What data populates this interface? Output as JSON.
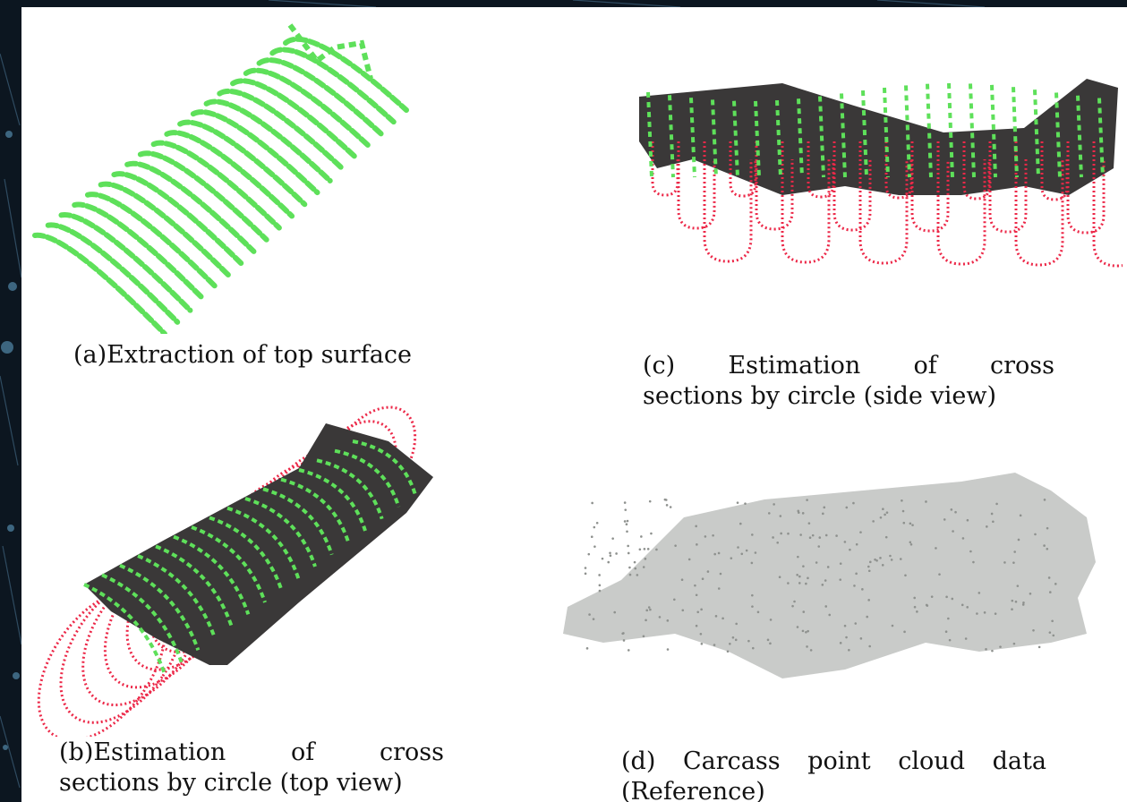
{
  "figure": {
    "panels": [
      {
        "id": "a",
        "caption": "(a)Extraction of top surface"
      },
      {
        "id": "b",
        "caption_line1": [
          "(b)Estimation",
          "of",
          "cross"
        ],
        "caption_line2": "sections by circle (top view)"
      },
      {
        "id": "c",
        "caption_line1": [
          "(c)",
          "Estimation",
          "of",
          "cross"
        ],
        "caption_line2": "sections by circle (side view)"
      },
      {
        "id": "d",
        "caption_line1": [
          "(d)",
          "Carcass",
          "point",
          "cloud",
          "data"
        ],
        "caption_line2": "(Reference)"
      }
    ]
  },
  "colors": {
    "point_green": "#5ee05a",
    "circle_red": "#ec2848",
    "carcass_dark": "#3a3838",
    "reference_gray": "#c9cbc9",
    "background": "#0c1620"
  }
}
